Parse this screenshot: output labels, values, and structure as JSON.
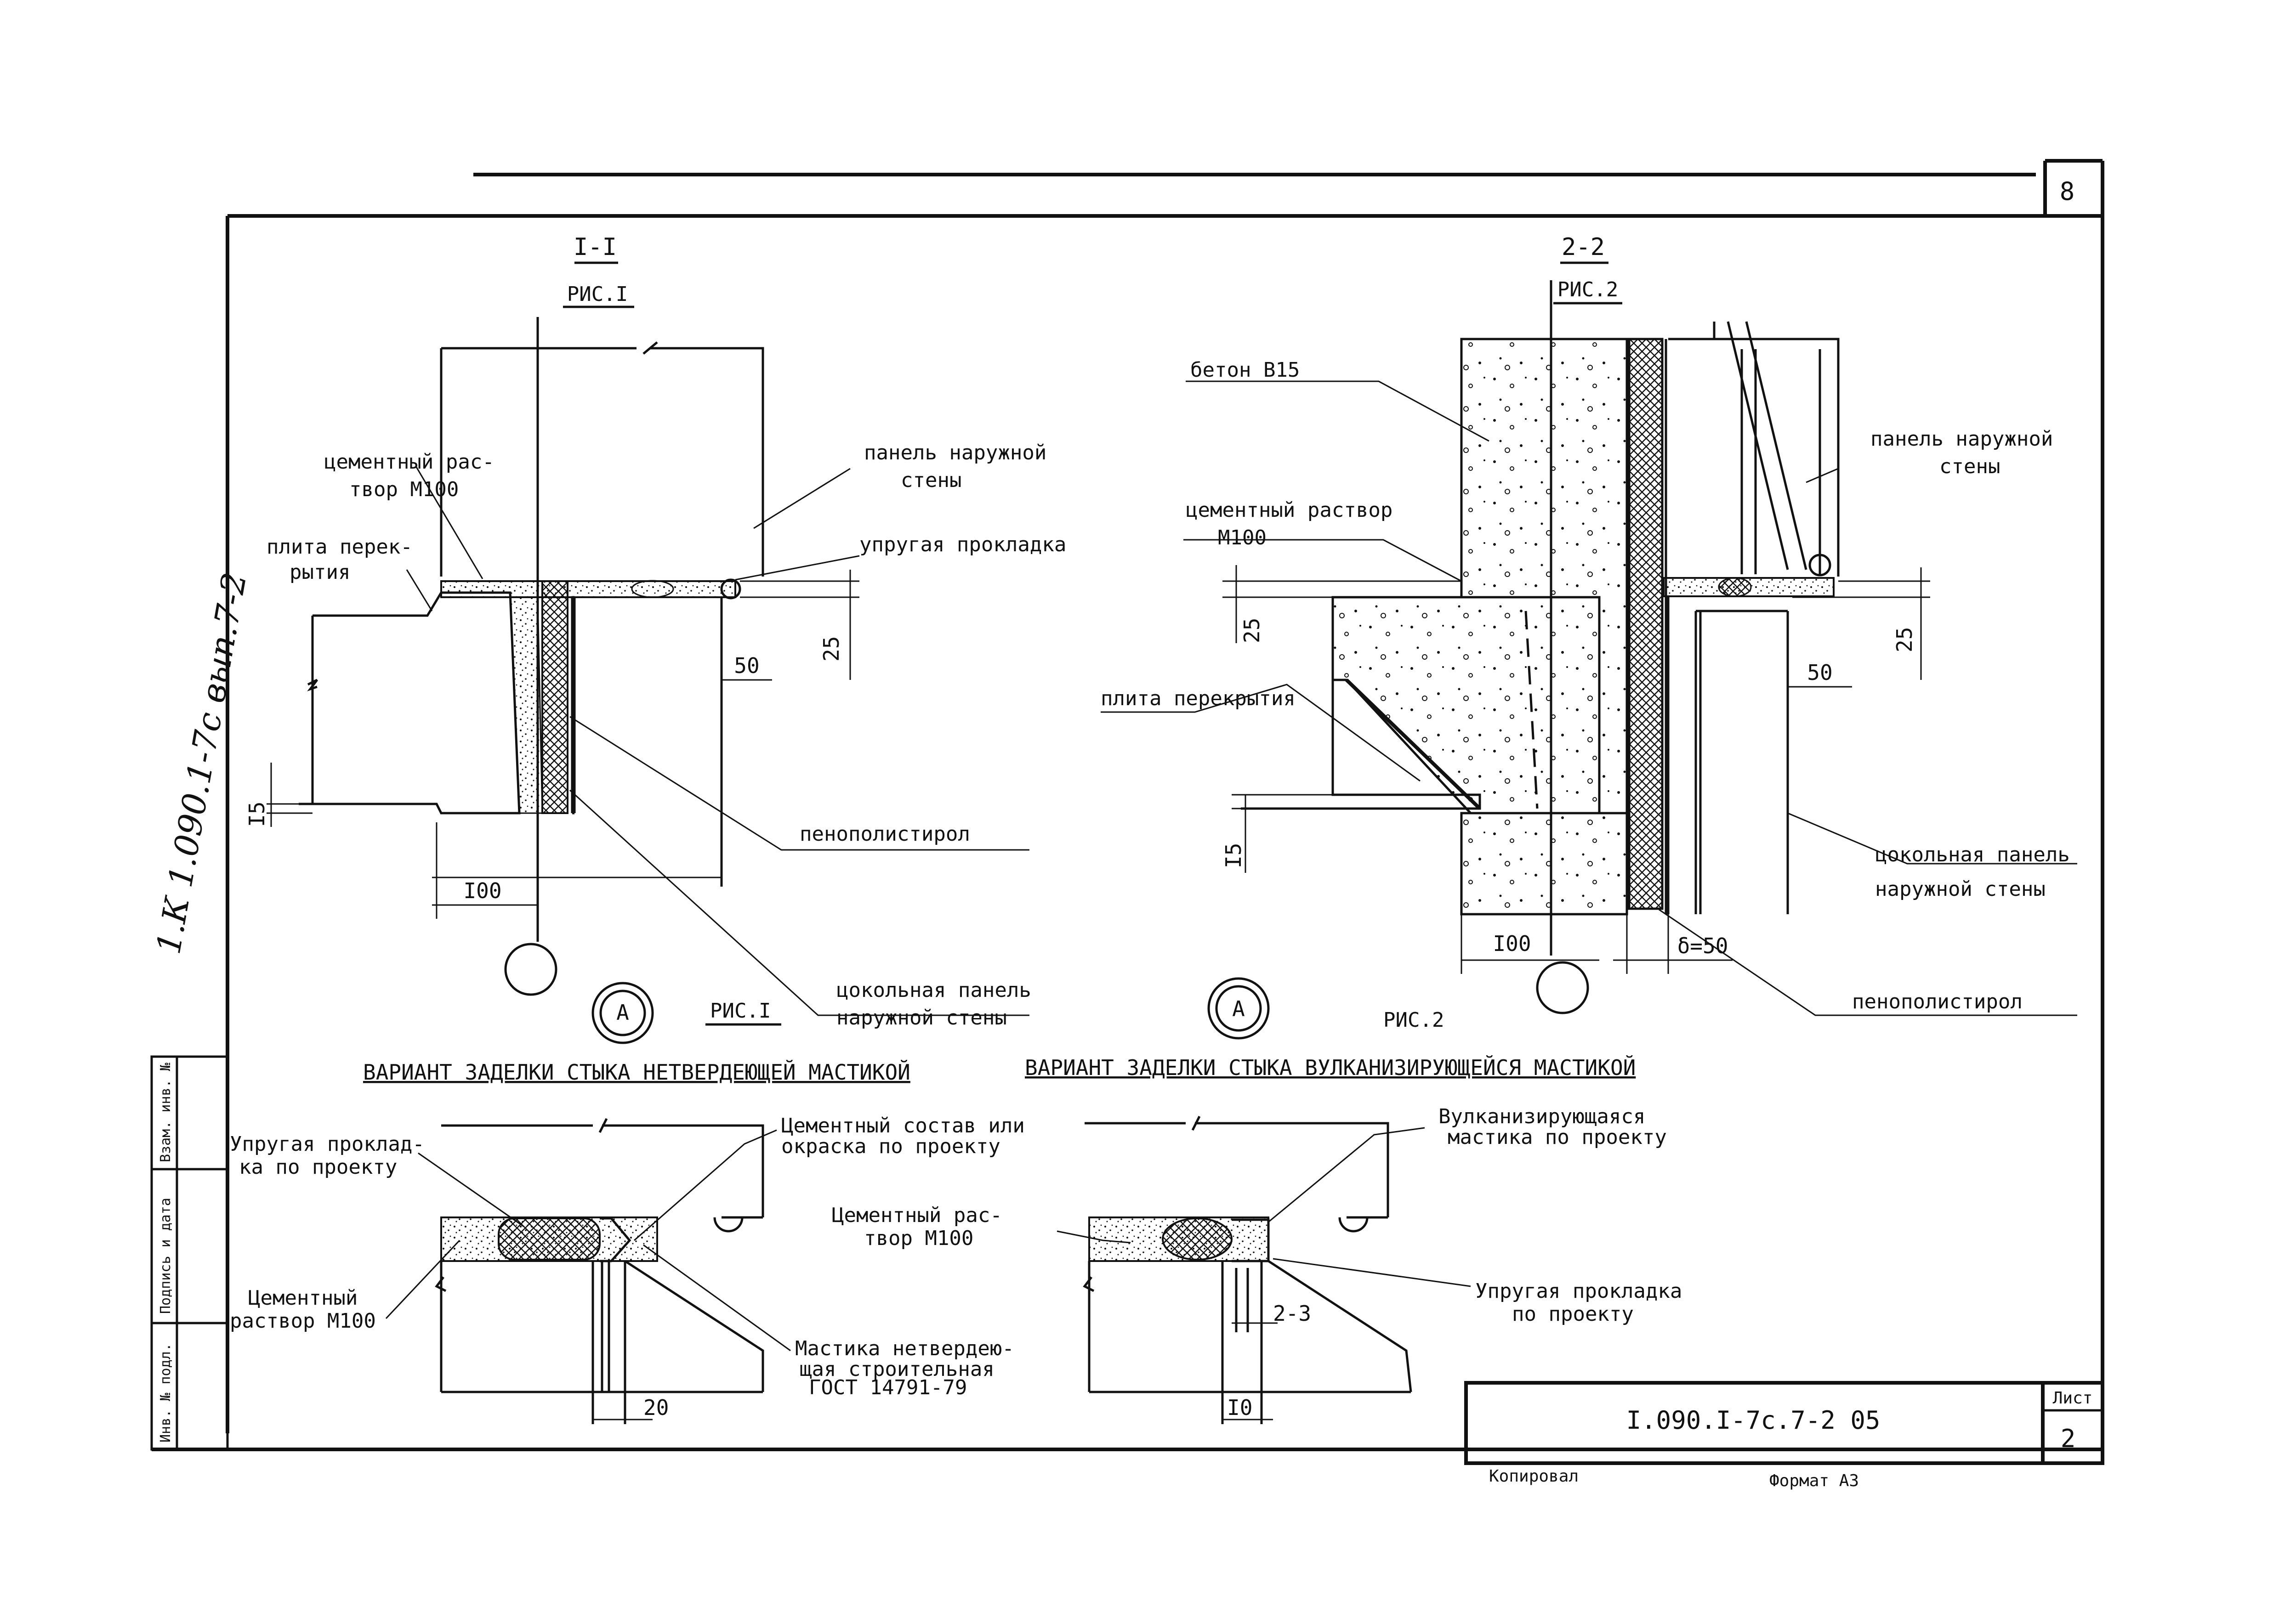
{
  "sheet": {
    "page_corner": "8",
    "code": "I.090.I-7c.7-2 05",
    "sheet_label": "Лист",
    "sheet_number": "2",
    "copied": "Копировал",
    "format": "Формат А3",
    "handwritten": "1.К 1.090.1-7с вып.7-2",
    "side_stamp": [
      "Инв. № подл.",
      "Подпись и дата",
      "Взам. инв. №"
    ]
  },
  "fig1": {
    "section": "I-I",
    "fig": "РИС.I",
    "labels": {
      "mortar": [
        "цементный рас-",
        "твор М100"
      ],
      "slab": [
        "плита перек-",
        "рытия"
      ],
      "panel": [
        "панель наружной",
        "стены"
      ],
      "gasket": "упругая прокладка",
      "foam": "пенополистирол",
      "plinth": [
        "цокольная панель",
        "наружной стены"
      ]
    },
    "dims": {
      "d50": "50",
      "d25": "25",
      "d15": "I5",
      "d100": "I00"
    },
    "callout": "А",
    "callout_fig": "РИС.I"
  },
  "fig2": {
    "section": "2-2",
    "fig": "РИС.2",
    "labels": {
      "concrete": "бетон В15",
      "mortar": [
        "цементный раствор",
        "М100"
      ],
      "slab": "плита перекрытия",
      "panel": [
        "панель наружной",
        "стены"
      ],
      "plinth": [
        "цокольная панель",
        "наружной стены"
      ],
      "foam": "пенополистирол"
    },
    "dims": {
      "d25a": "25",
      "d25b": "25",
      "d50": "50",
      "d15": "I5",
      "d100": "I00",
      "delta": "δ=50"
    },
    "callout": "А",
    "callout_fig": "РИС.2"
  },
  "detail1": {
    "title": "ВАРИАНТ ЗАДЕЛКИ СТЫКА НЕТВЕРДЕЮЩЕЙ МАСТИКОЙ",
    "labels": {
      "gasket": [
        "Упругая проклад-",
        "ка по проекту"
      ],
      "coat": [
        "Цементный состав или",
        "окраска по проекту"
      ],
      "mortar": [
        "Цементный",
        "раствор М100"
      ],
      "mastic": [
        "Мастика нетвердею-",
        "щая строительная",
        "ГОСТ 14791-79"
      ]
    },
    "dims": {
      "d20": "20"
    }
  },
  "detail2": {
    "title": "ВАРИАНТ ЗАДЕЛКИ СТЫКА ВУЛКАНИЗИРУЮЩЕЙСЯ МАСТИКОЙ",
    "labels": {
      "mastic": [
        "Вулканизирующаяся",
        "мастика по проекту"
      ],
      "mortar": [
        "Цементный рас-",
        "твор М100"
      ],
      "gasket": [
        "Упругая прокладка",
        "по проекту"
      ]
    },
    "dims": {
      "d23": "2-3",
      "d10": "I0"
    }
  }
}
